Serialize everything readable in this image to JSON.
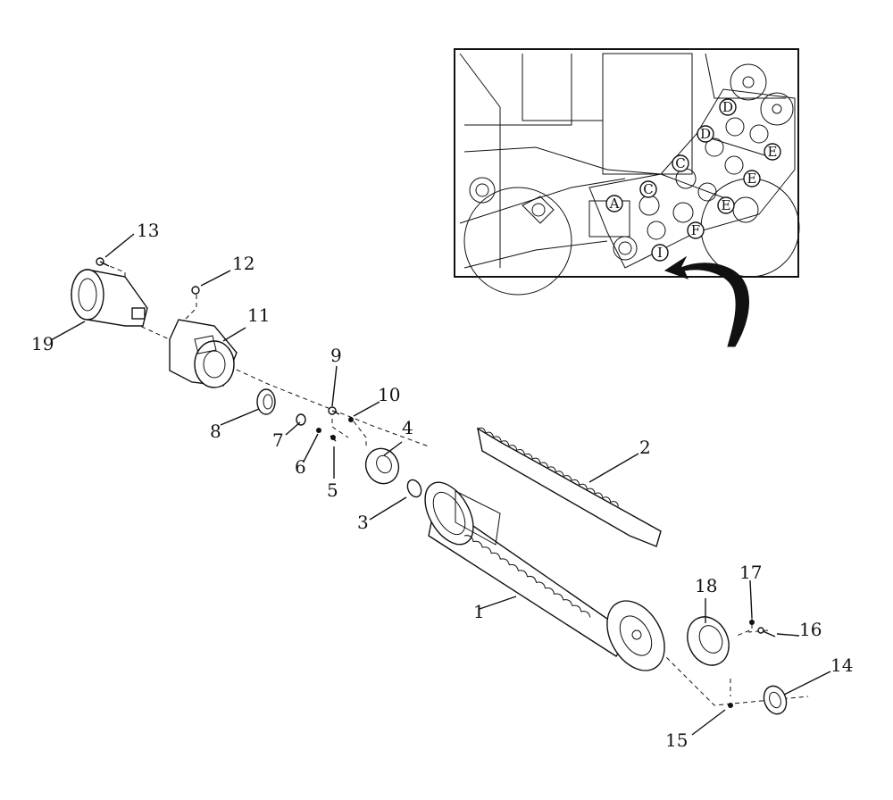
{
  "callouts": [
    "1",
    "2",
    "3",
    "4",
    "5",
    "6",
    "7",
    "8",
    "9",
    "10",
    "11",
    "12",
    "13",
    "14",
    "15",
    "16",
    "17",
    "18",
    "19"
  ],
  "inset": {
    "circle_labels": [
      "A",
      "C",
      "C",
      "D",
      "D",
      "E",
      "E",
      "E",
      "F",
      "I"
    ]
  }
}
